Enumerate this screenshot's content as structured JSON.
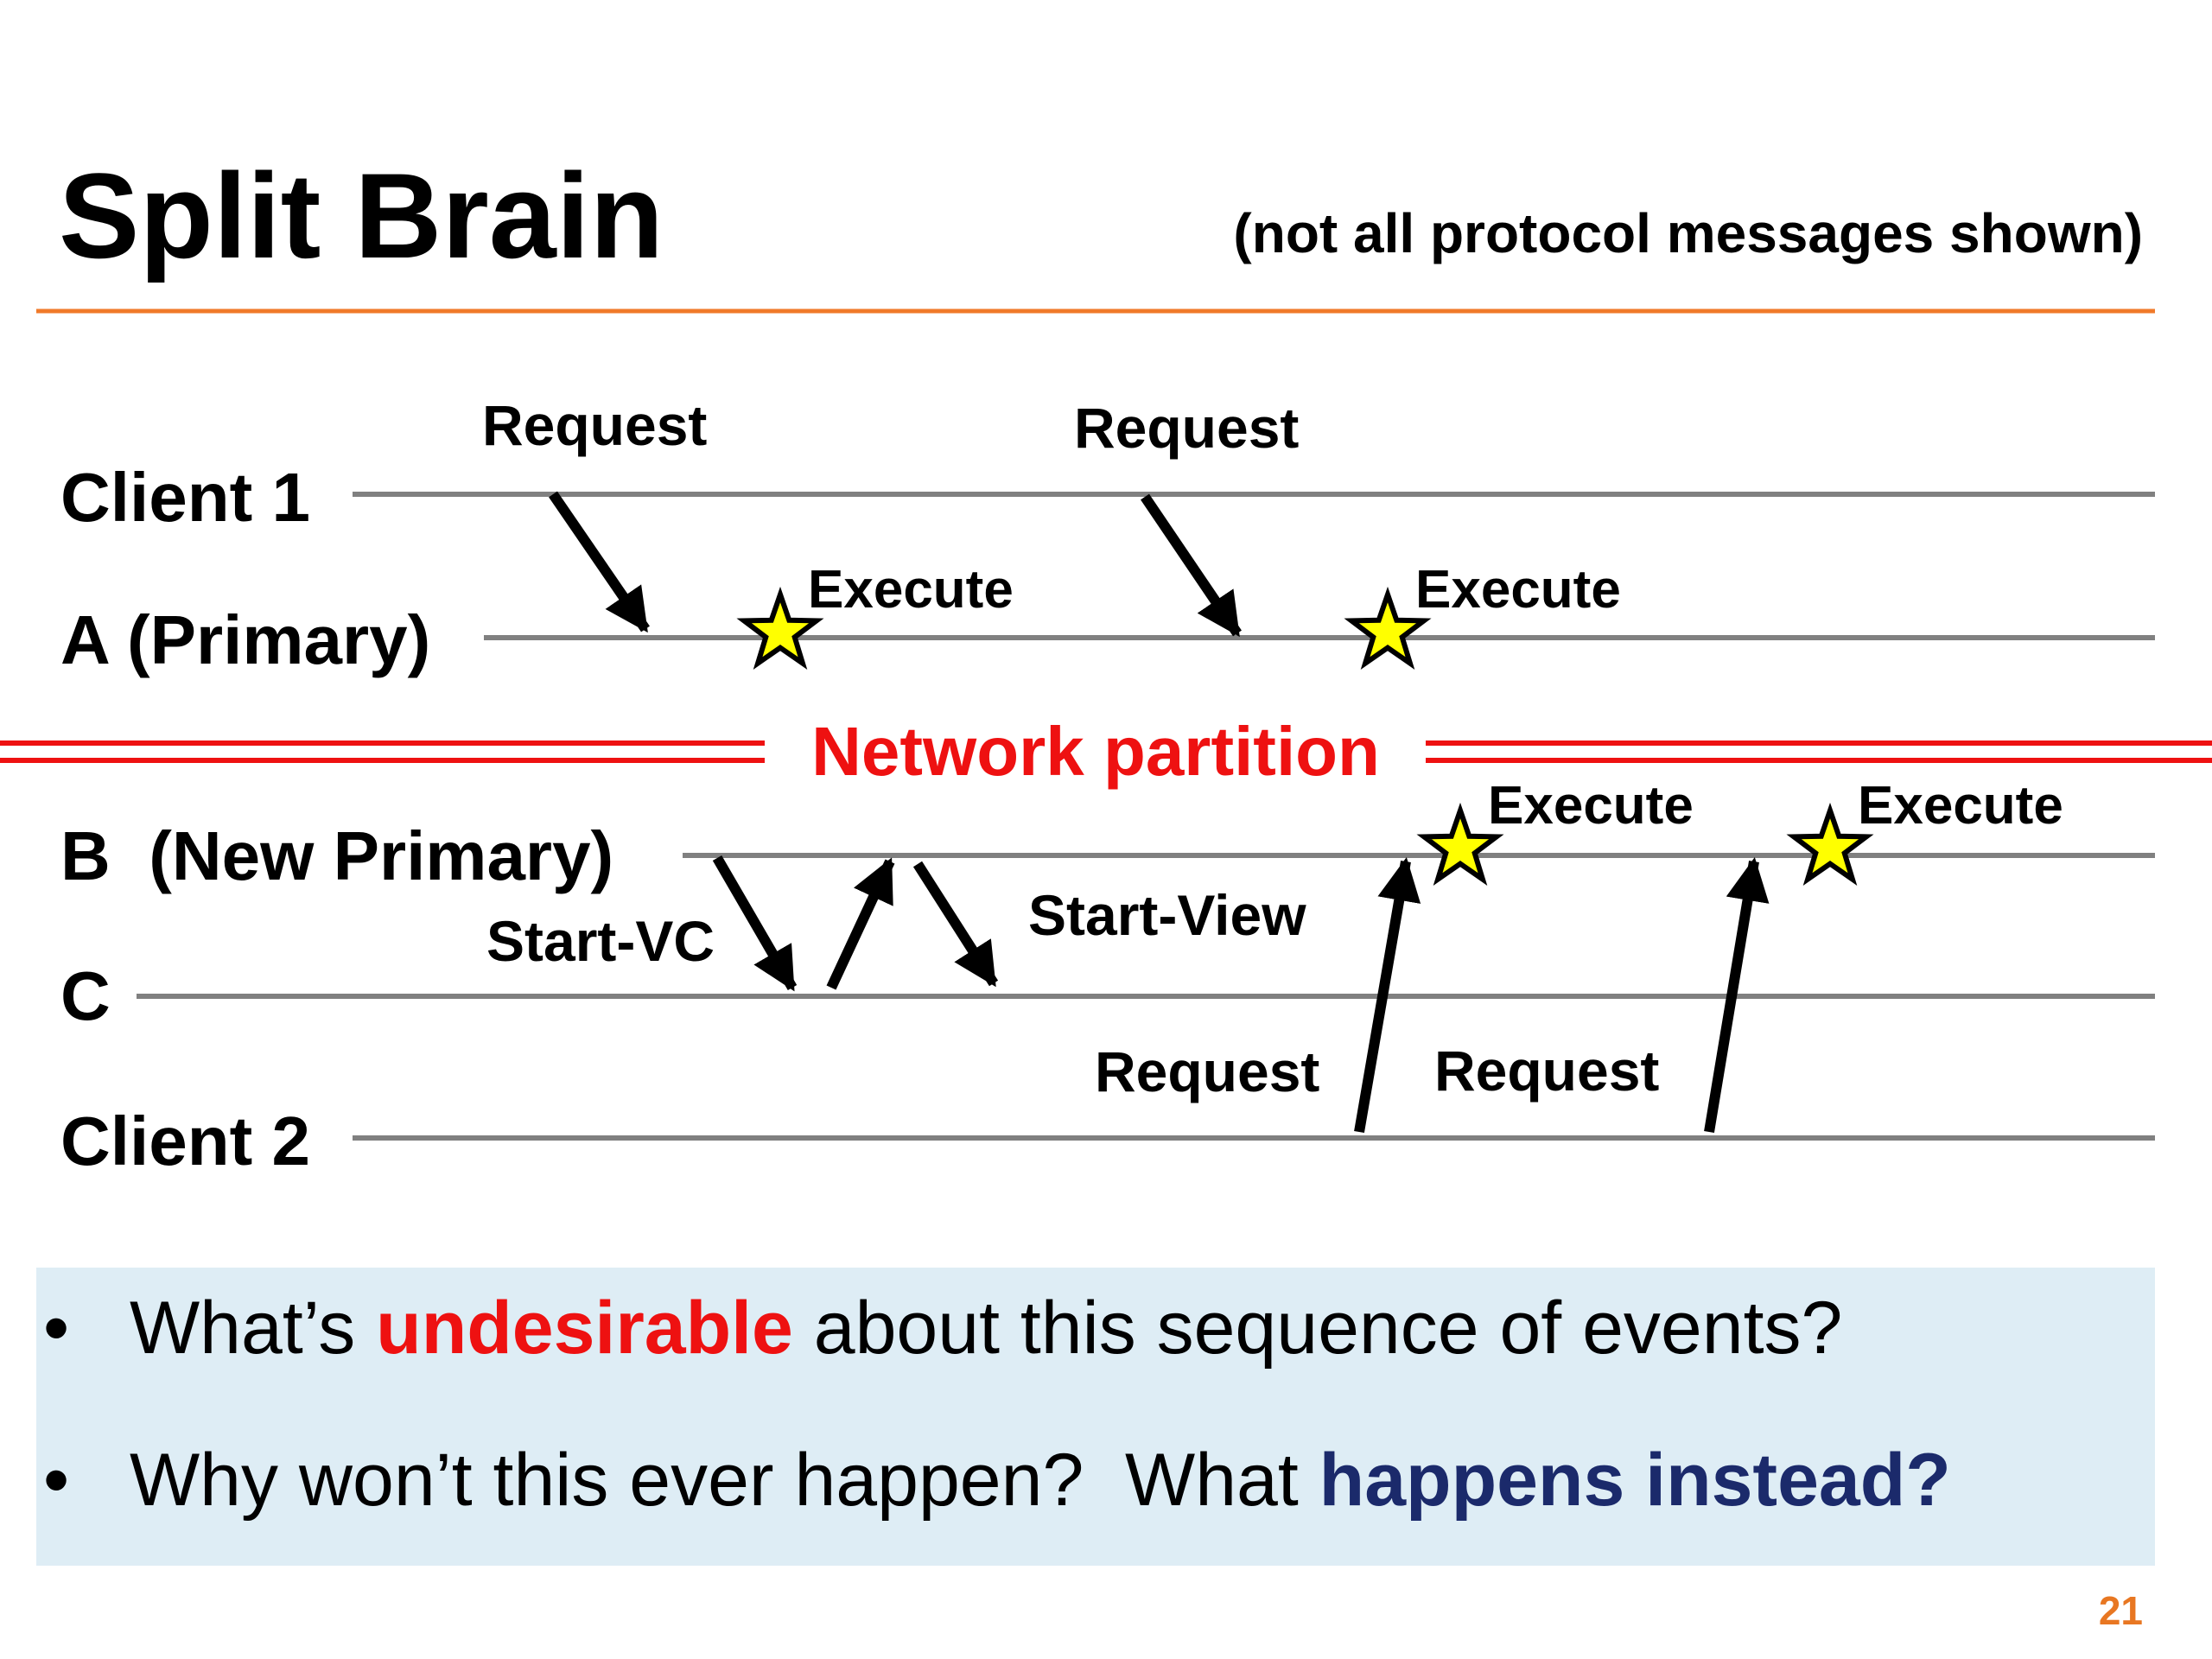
{
  "title": "Split Brain",
  "subtitle": "(not all protocol messages shown)",
  "colors": {
    "accent_rule": "#f07a2a",
    "partition": "#ee1111",
    "timeline": "#808080",
    "star_fill": "#ffff00",
    "callout_bg": "#deedf5",
    "emphasis_red": "#ee1111",
    "emphasis_blue": "#1b2a6b"
  },
  "lanes": {
    "client1": "Client 1",
    "a": "A (Primary)",
    "b": "B  (New Primary)",
    "c": "C",
    "client2": "Client 2"
  },
  "partition": {
    "label": "Network partition"
  },
  "messages": {
    "request_1": "Request",
    "request_2": "Request",
    "start_vc": "Start-VC",
    "start_view": "Start-View",
    "request_3": "Request",
    "request_4": "Request"
  },
  "executes": {
    "a_1": "Execute",
    "a_2": "Execute",
    "b_1": "Execute",
    "b_2": "Execute"
  },
  "bullets": [
    {
      "marker": "•",
      "before": "What’s ",
      "emphasis": "undesirable",
      "after": " about this sequence of events?"
    },
    {
      "marker": "•",
      "before": "Why won’t this ever happen?  What ",
      "emphasis": "happens instead?",
      "after": ""
    }
  ],
  "page_number": "21"
}
